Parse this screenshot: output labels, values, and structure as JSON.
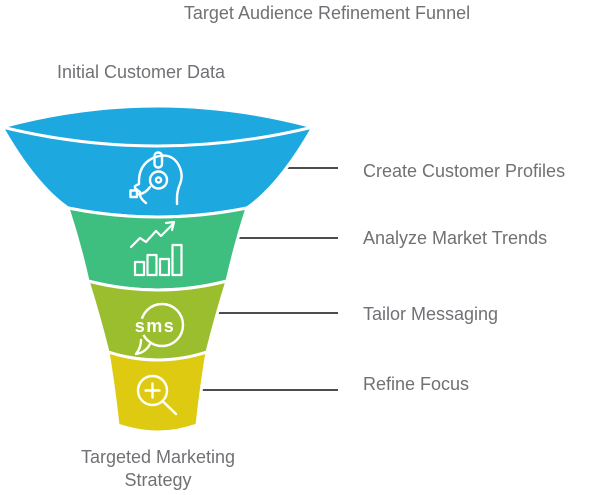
{
  "title": "Target Audience Refinement Funnel",
  "funnel": {
    "input_label": "Initial Customer Data",
    "output_label": "Targeted Marketing Strategy",
    "sms_icon_text": "sms",
    "connector_color": "#4D4D4F",
    "stages": [
      {
        "label": "Create Customer Profiles",
        "icon": "customer-support-headset-icon",
        "color": "#1EA8E0"
      },
      {
        "label": "Analyze Market Trends",
        "icon": "bar-chart-growth-icon",
        "color": "#3EBF80"
      },
      {
        "label": "Tailor Messaging",
        "icon": "sms-bubble-icon",
        "color": "#9BBE2F"
      },
      {
        "label": "Refine Focus",
        "icon": "magnifier-zoom-in-icon",
        "color": "#DECB11"
      }
    ]
  },
  "colors": {
    "background": "#FFFFFF",
    "text": "#707174",
    "outline": "#FFFFFF"
  }
}
